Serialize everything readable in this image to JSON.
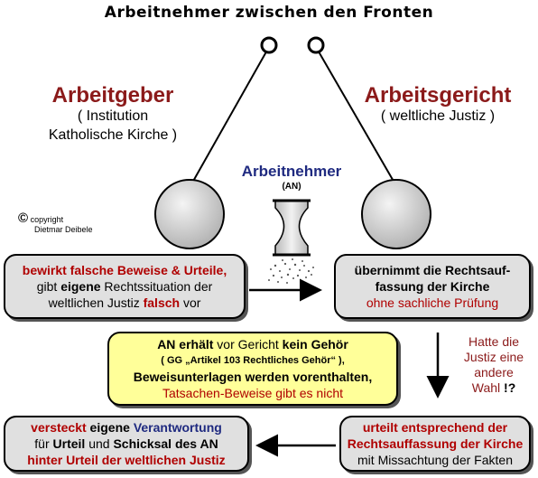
{
  "title": "Arbeitnehmer zwischen den Fronten",
  "left_party": {
    "name": "Arbeitgeber",
    "sub1": "( Institution",
    "sub2": "Katholische Kirche )"
  },
  "right_party": {
    "name": "Arbeitsgericht",
    "sub1": "( weltliche Justiz )"
  },
  "employee": {
    "label": "Arbeitnehmer",
    "abbr": "(AN)"
  },
  "copyright": {
    "symbol": "©",
    "line1": "copyright",
    "line2": "Dietmar Deibele"
  },
  "box_employer": {
    "p1": "bewirkt falsche Beweise & Urteile,",
    "p2a": "gibt ",
    "p2b": "eigene",
    "p2c": " Rechtssituation der",
    "p3": "weltlichen Justiz ",
    "p3b": "falsch",
    "p3c": " vor"
  },
  "box_court": {
    "l1": "übernimmt die Rechtsauf-",
    "l2": "fassung der Kirche",
    "l3": "ohne sachliche Prüfung"
  },
  "box_center": {
    "l1a": "AN erhält",
    "l1b": " vor Gericht ",
    "l1c": "kein Gehör",
    "l2": "( GG „Artikel 103 Rechtliches Gehör“ ),",
    "l3": "Beweisunterlagen werden vorenthalten,",
    "l4": "Tatsachen-Beweise gibt es nicht"
  },
  "side_question": {
    "l1": "Hatte die",
    "l2": "Justiz eine",
    "l3": "andere",
    "l4a": "Wahl ",
    "l4b": "!?"
  },
  "box_bottom_left": {
    "l1a": "versteckt",
    "l1b": " eigene ",
    "l1c": "Verantwortung",
    "l2a": "für ",
    "l2b": "Urteil",
    "l2c": " und ",
    "l2d": "Schicksal des AN",
    "l3": "hinter Urteil der weltlichen Justiz"
  },
  "box_bottom_right": {
    "l1": "urteilt entsprechend der",
    "l2": "Rechtsauffassung der Kirche",
    "l3": "mit Missachtung der Fakten"
  },
  "colors": {
    "dark_red": "#8b1a1a",
    "red": "#b00000",
    "navy": "#1f2a80",
    "box_gray": "#e0e0e0",
    "box_yellow": "#ffff99"
  }
}
